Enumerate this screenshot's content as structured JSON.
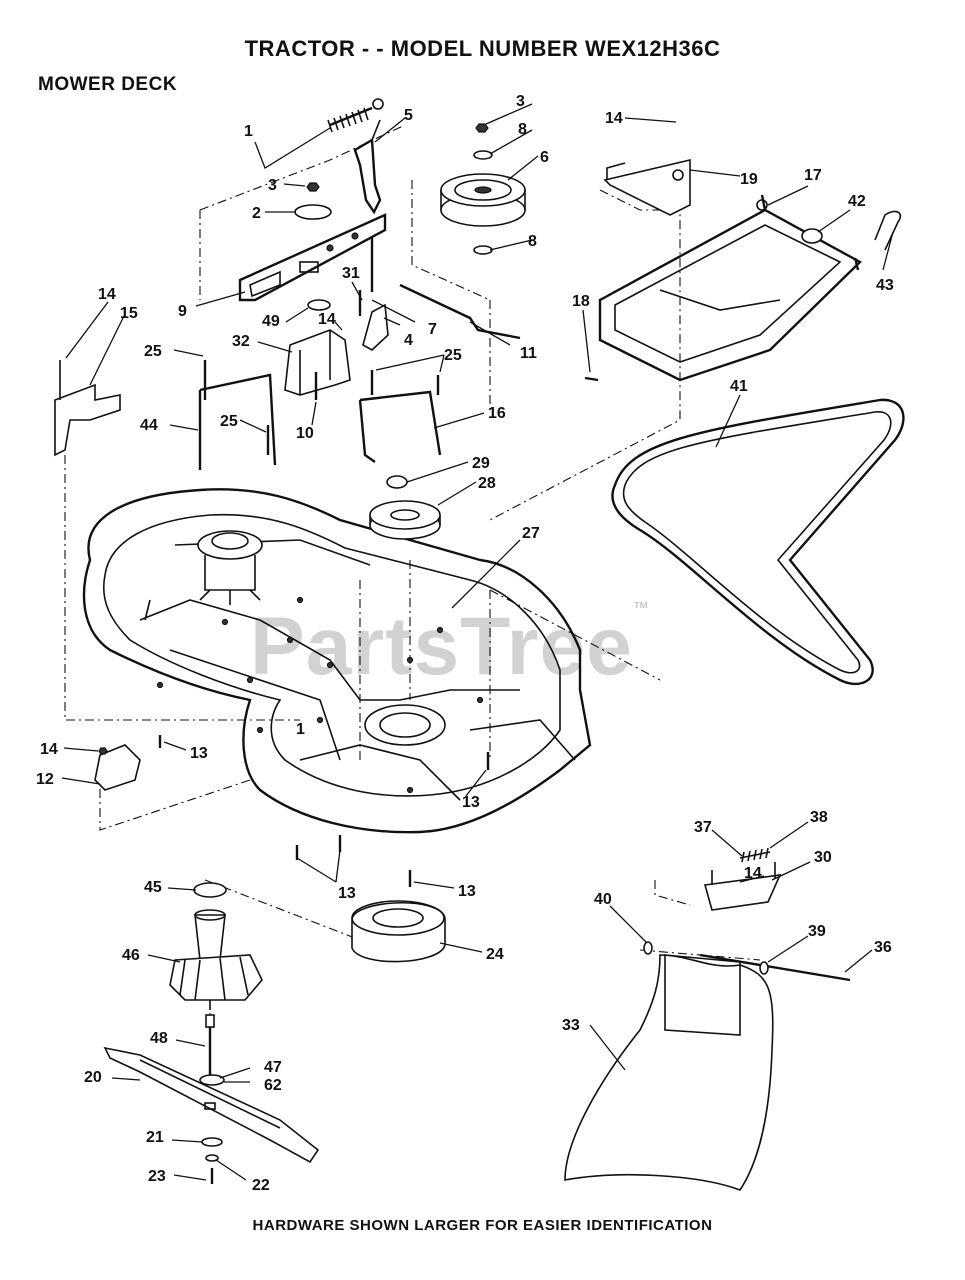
{
  "header": {
    "title": "TRACTOR - - MODEL NUMBER WEX12H36C",
    "section": "MOWER DECK"
  },
  "footer": {
    "note": "HARDWARE SHOWN LARGER FOR EASIER IDENTIFICATION"
  },
  "watermark": {
    "text": "PartsTree",
    "mark": "™"
  },
  "callouts": [
    {
      "id": "c1",
      "text": "1"
    },
    {
      "id": "c1b",
      "text": "1"
    },
    {
      "id": "c2",
      "text": "2"
    },
    {
      "id": "c3a",
      "text": "3"
    },
    {
      "id": "c3b",
      "text": "3"
    },
    {
      "id": "c4",
      "text": "4"
    },
    {
      "id": "c5",
      "text": "5"
    },
    {
      "id": "c6",
      "text": "6"
    },
    {
      "id": "c7",
      "text": "7"
    },
    {
      "id": "c8a",
      "text": "8"
    },
    {
      "id": "c8b",
      "text": "8"
    },
    {
      "id": "c9",
      "text": "9"
    },
    {
      "id": "c10",
      "text": "10"
    },
    {
      "id": "c11",
      "text": "11"
    },
    {
      "id": "c12",
      "text": "12"
    },
    {
      "id": "c13a",
      "text": "13"
    },
    {
      "id": "c13b",
      "text": "13"
    },
    {
      "id": "c13c",
      "text": "13"
    },
    {
      "id": "c13d",
      "text": "13"
    },
    {
      "id": "c14a",
      "text": "14"
    },
    {
      "id": "c14b",
      "text": "14"
    },
    {
      "id": "c14c",
      "text": "14"
    },
    {
      "id": "c14d",
      "text": "14"
    },
    {
      "id": "c14e",
      "text": "14"
    },
    {
      "id": "c15",
      "text": "15"
    },
    {
      "id": "c16",
      "text": "16"
    },
    {
      "id": "c17",
      "text": "17"
    },
    {
      "id": "c18",
      "text": "18"
    },
    {
      "id": "c19",
      "text": "19"
    },
    {
      "id": "c20",
      "text": "20"
    },
    {
      "id": "c21",
      "text": "21"
    },
    {
      "id": "c22",
      "text": "22"
    },
    {
      "id": "c23",
      "text": "23"
    },
    {
      "id": "c24",
      "text": "24"
    },
    {
      "id": "c25a",
      "text": "25"
    },
    {
      "id": "c25b",
      "text": "25"
    },
    {
      "id": "c25c",
      "text": "25"
    },
    {
      "id": "c27",
      "text": "27"
    },
    {
      "id": "c28",
      "text": "28"
    },
    {
      "id": "c29",
      "text": "29"
    },
    {
      "id": "c30",
      "text": "30"
    },
    {
      "id": "c31",
      "text": "31"
    },
    {
      "id": "c32",
      "text": "32"
    },
    {
      "id": "c33",
      "text": "33"
    },
    {
      "id": "c36",
      "text": "36"
    },
    {
      "id": "c37",
      "text": "37"
    },
    {
      "id": "c38",
      "text": "38"
    },
    {
      "id": "c39",
      "text": "39"
    },
    {
      "id": "c40",
      "text": "40"
    },
    {
      "id": "c41",
      "text": "41"
    },
    {
      "id": "c42",
      "text": "42"
    },
    {
      "id": "c43",
      "text": "43"
    },
    {
      "id": "c44",
      "text": "44"
    },
    {
      "id": "c45",
      "text": "45"
    },
    {
      "id": "c46",
      "text": "46"
    },
    {
      "id": "c47",
      "text": "47"
    },
    {
      "id": "c48",
      "text": "48"
    },
    {
      "id": "c49",
      "text": "49"
    },
    {
      "id": "c62",
      "text": "62"
    }
  ]
}
